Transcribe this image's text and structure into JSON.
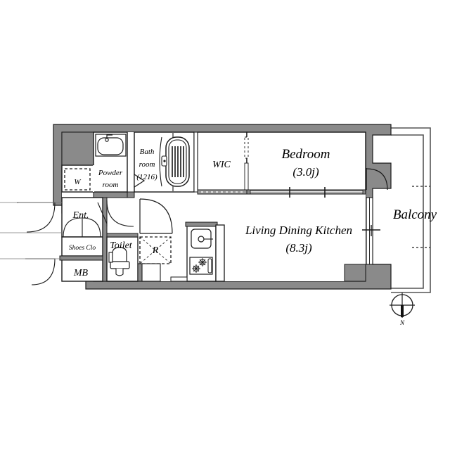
{
  "document": {
    "type": "apartment-floor-plan",
    "background_color": "#ffffff",
    "wall_color": "#8a8a8a",
    "line_color": "#1a1a1a"
  },
  "rooms": {
    "living_dining_kitchen": {
      "label": "Living Dining Kitchen",
      "area": "(8.3ј)"
    },
    "bedroom": {
      "label": "Bedroom",
      "area": "(3.0ј)"
    },
    "wic": {
      "label": "WIC"
    },
    "bath_room": {
      "label_line1": "Bath",
      "label_line2": "room",
      "label_line3": "(1216)"
    },
    "powder_room": {
      "label_line1": "Powder",
      "label_line2": "room"
    },
    "washer": {
      "label": "W"
    },
    "entrance": {
      "label": "Ent."
    },
    "shoes_closet": {
      "label": "Shoes Clo"
    },
    "toilet": {
      "label": "Toilet"
    },
    "refrigerator": {
      "label": "R"
    },
    "meter_box": {
      "label": "MB"
    },
    "balcony": {
      "label": "Balcony"
    }
  },
  "compass": {
    "label": "N"
  }
}
